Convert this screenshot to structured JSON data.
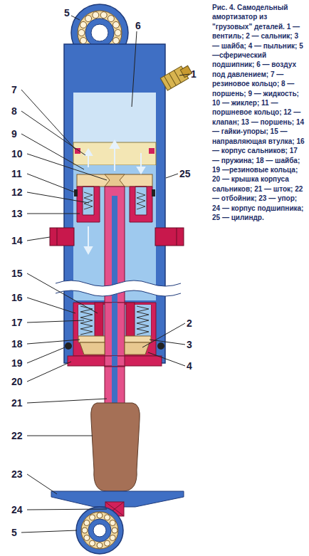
{
  "diagram": {
    "caption": "Рис. 4. Самодельный амортизатор из \"грузовых\" деталей. 1 — вентиль; 2 — сальник; 3 — шайба; 4 — пыльник; 5 —сферический подшипник; 6 — воздух под давлением; 7 —резиновое кольцо; 8 — поршень; 9 — жидкость; 10 — жиклер; 11 — поршневое кольцо; 12 — клапан; 13 — поршень; 14 — гайки-упоры; 15 — направляющая втулка; 16 — корпус сальников; 17 — пружина; 18 — шайба; 19 —резиновые кольца; 20 — крышка корпуса сальников; 21 — шток; 22 — отбойник; 23 — упор; 24 — корпус подшипника; 25 — цилиндр.",
    "labels": [
      "5",
      "6",
      "1",
      "7",
      "8",
      "9",
      "10",
      "11",
      "12",
      "13",
      "14",
      "15",
      "16",
      "17",
      "18",
      "19",
      "20",
      "21",
      "22",
      "23",
      "24",
      "5",
      "25",
      "2",
      "3",
      "4"
    ]
  }
}
